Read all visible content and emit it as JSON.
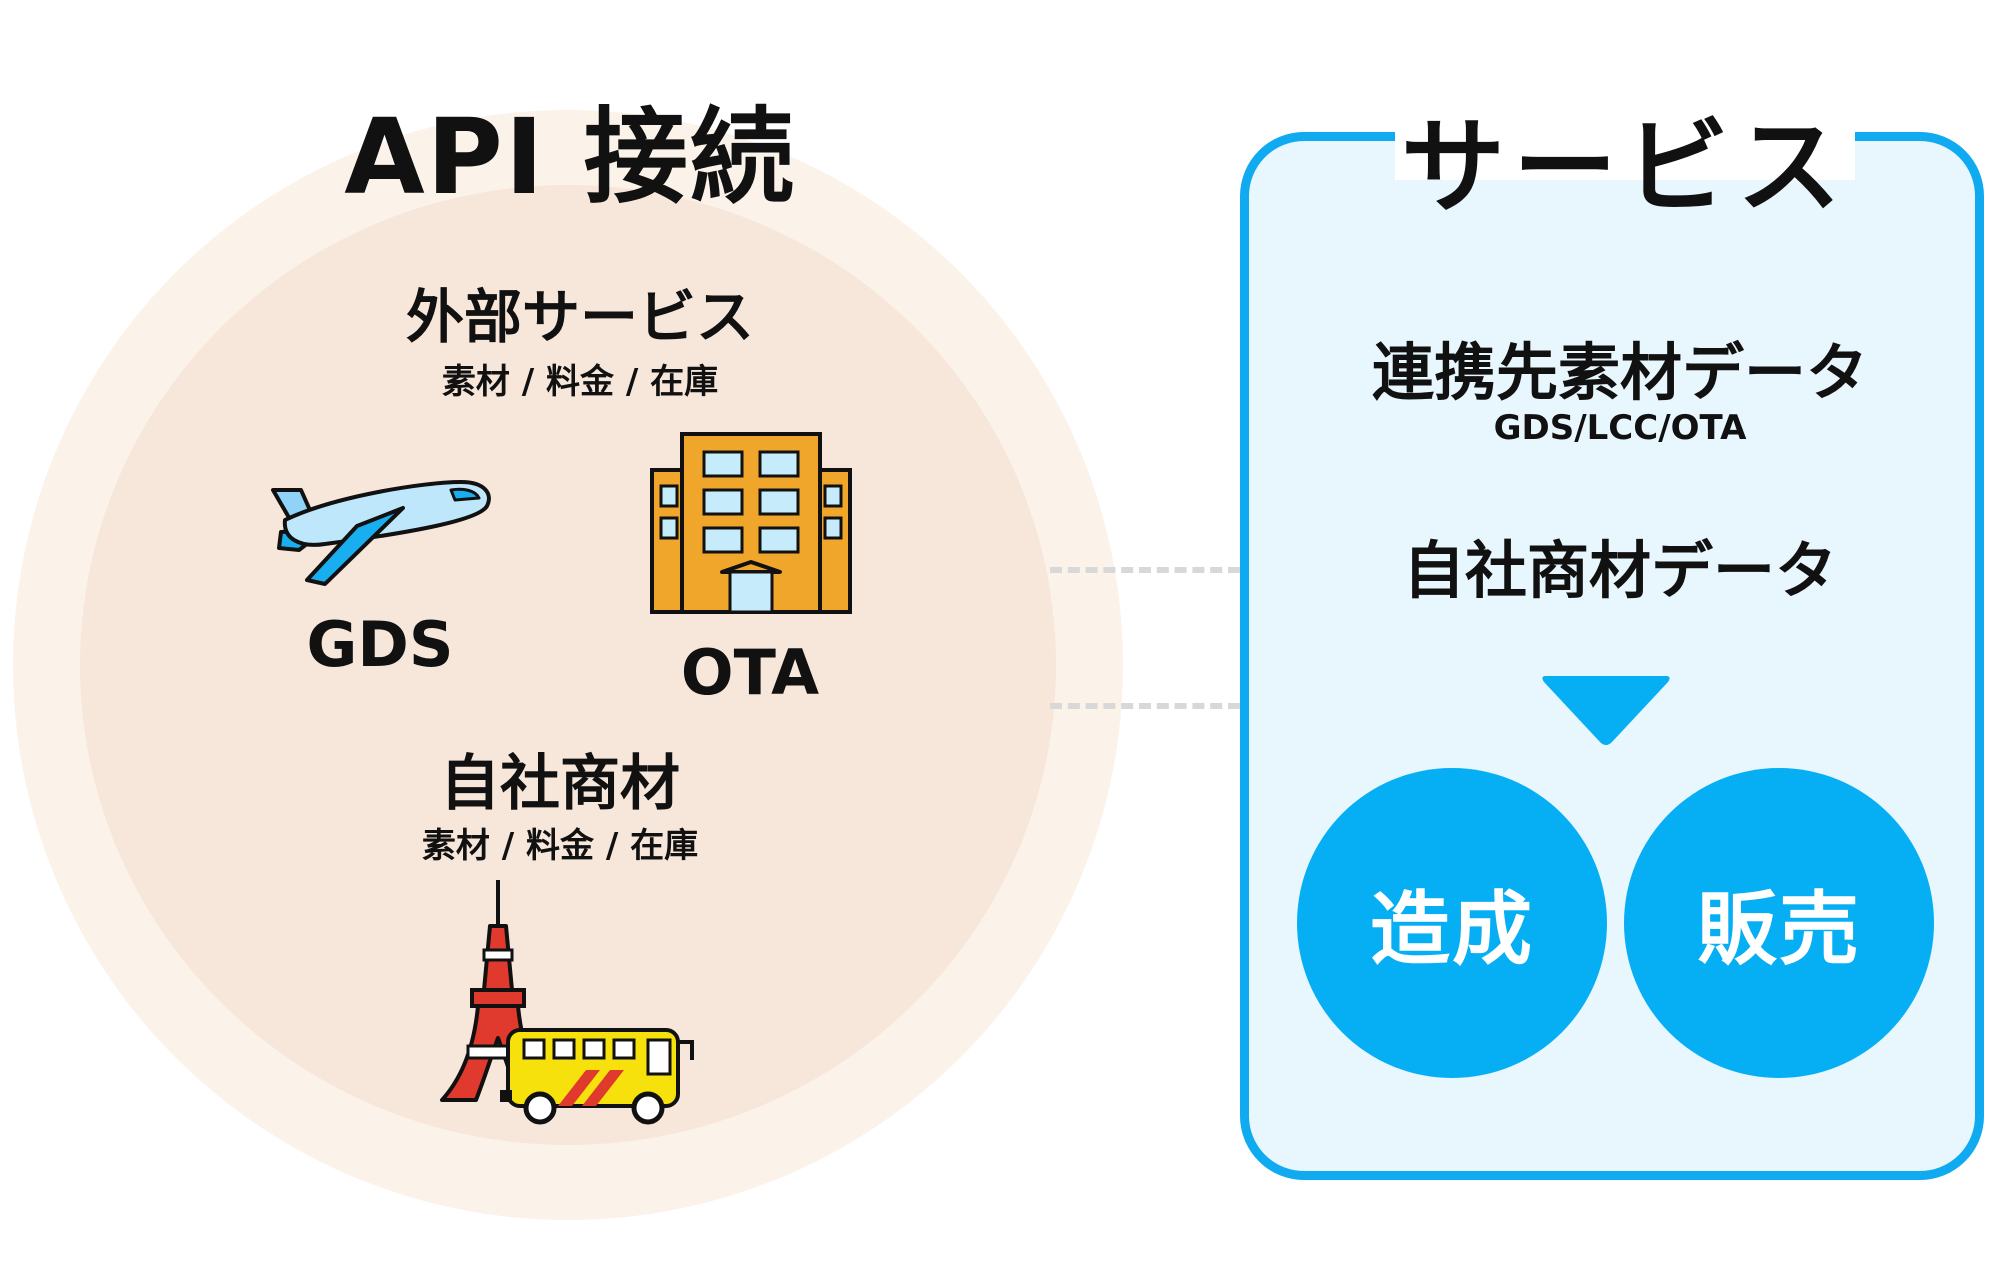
{
  "api": {
    "title": "API 接続",
    "external": {
      "title": "外部サービス",
      "subtitle": "素材 / 料金 / 在庫",
      "items": [
        "GDS",
        "OTA"
      ]
    },
    "own": {
      "title": "自社商材",
      "subtitle": "素材 / 料金 / 在庫"
    }
  },
  "service": {
    "title": "サービス",
    "partner_data": {
      "title": "連携先素材データ",
      "subtitle": "GDS/LCC/OTA"
    },
    "own_data": "自社商材データ",
    "actions": [
      "造成",
      "販売"
    ]
  },
  "icons": {
    "plane": "airplane-icon",
    "hotel": "hotel-building-icon",
    "tower": "tokyo-tower-icon",
    "bus": "bus-icon",
    "arrow": "down-triangle-icon"
  },
  "colors": {
    "outer_circle": "#fbf2ea",
    "inner_circle": "#f7e6da",
    "panel_border": "#10aaf0",
    "panel_fill": "#e8f6fd",
    "action_circle": "#06aef4"
  }
}
